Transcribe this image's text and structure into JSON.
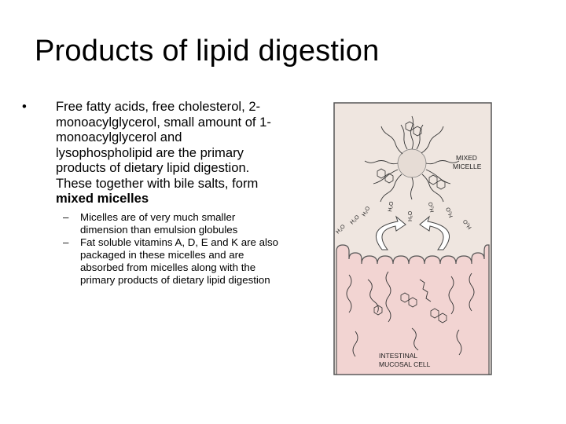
{
  "title": "Products of lipid digestion",
  "bullet": {
    "marker": "•",
    "text": "Free fatty acids, free cholesterol, 2-monoacylglycerol, small amount of 1-monoacylglycerol and lysophospholipid are the primary products of dietary lipid digestion. These together with bile salts, form",
    "bold_text": "mixed micelles"
  },
  "sub_bullets": [
    {
      "marker": "–",
      "text": "Micelles are of very much smaller dimension than emulsion globules"
    },
    {
      "marker": "–",
      "text": "Fat soluble vitamins A, D, E and K are also packaged in these micelles and are absorbed from micelles along with the primary products of dietary lipid digestion"
    }
  ],
  "figure": {
    "micelle_label_line1": "MIXED",
    "micelle_label_line2": "MICELLE",
    "cell_label_line1": "INTESTINAL",
    "cell_label_line2": "MUCOSAL CELL",
    "water_label": "H₂O",
    "colors": {
      "lumen": "#efe6e0",
      "cell": "#f2d4d2",
      "border": "#555555"
    }
  }
}
